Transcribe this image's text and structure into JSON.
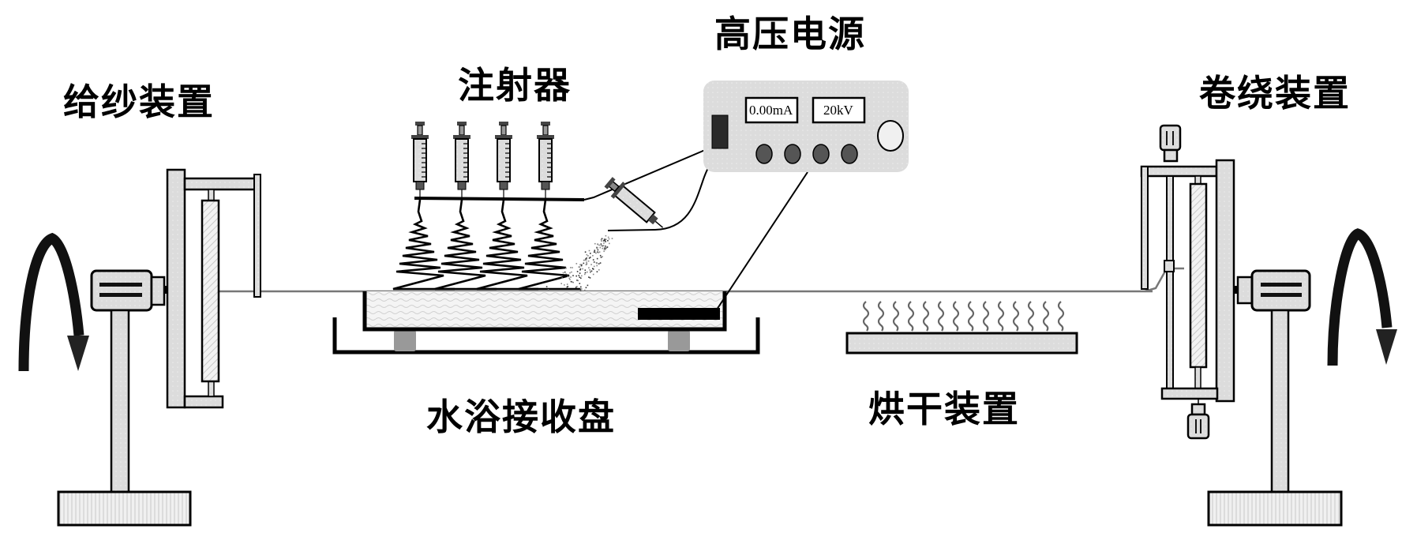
{
  "labels": {
    "feed_device": "给纱装置",
    "syringe": "注射器",
    "hv_power": "高压电源",
    "winding_device": "卷绕装置",
    "water_bath": "水浴接收盘",
    "drying_device": "烘干装置"
  },
  "power_supply": {
    "current_readout": "0.00mA",
    "voltage_readout": "20kV",
    "knob_count": 4
  },
  "syringes": {
    "vertical_count": 4,
    "angled_count": 1
  },
  "drying": {
    "heat_wave_count": 14
  },
  "colors": {
    "ink": "#000000",
    "panel_fill": "#dcdcdc",
    "knob_fill": "#555555",
    "yarn": "#777777",
    "foot_fill": "#999999",
    "heat_wave": "#666666"
  }
}
